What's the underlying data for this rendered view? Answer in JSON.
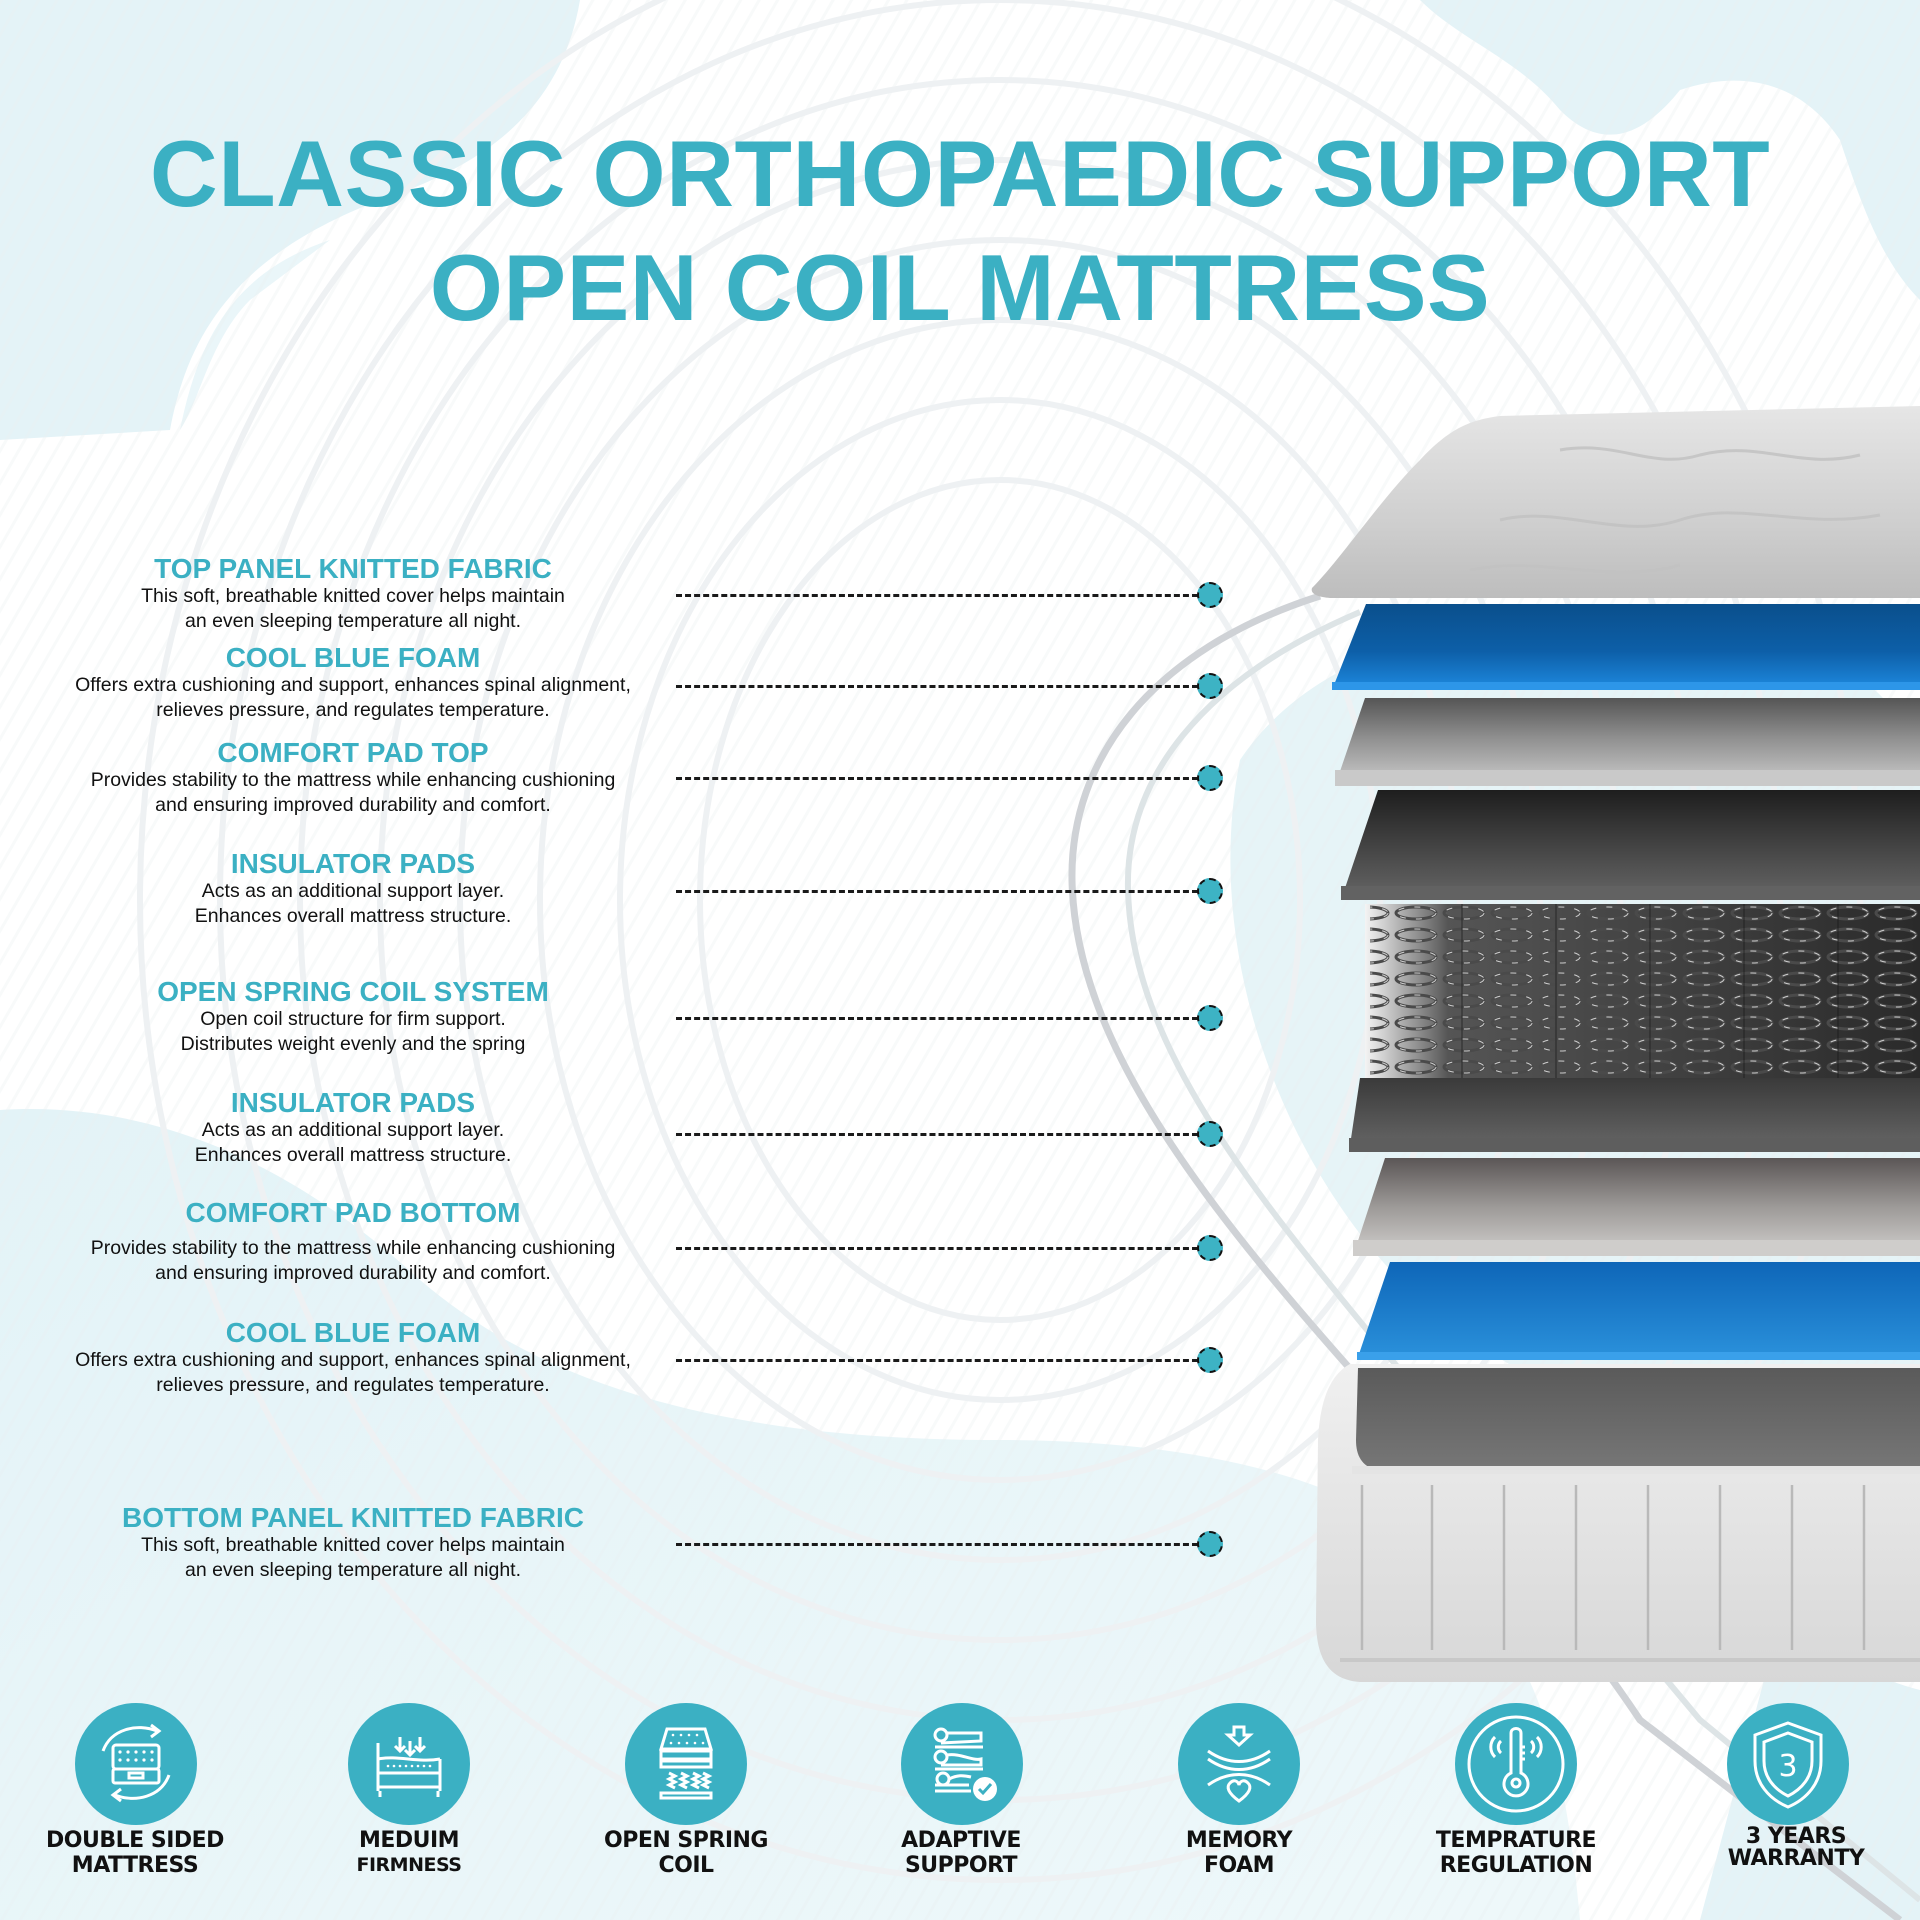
{
  "header": {
    "title_line1": "CLASSIC ORTHOPAEDIC SUPPORT",
    "title_line2": "OPEN COIL MATTRESS"
  },
  "colors": {
    "accent_teal": "#3bb0c3",
    "cool_blue_foam": "#1f7fd0",
    "text_dark": "#111111",
    "background_tint": "#e6f4f7"
  },
  "layers": [
    {
      "title": "TOP PANEL KNITTED FABRIC",
      "desc_line1": "This soft, breathable knitted cover helps maintain",
      "desc_line2": "an even sleeping temperature all night."
    },
    {
      "title": "COOL BLUE FOAM",
      "desc_line1": "Offers extra cushioning and support, enhances spinal alignment,",
      "desc_line2": "relieves pressure, and regulates temperature."
    },
    {
      "title": "COMFORT PAD TOP",
      "desc_line1": "Provides stability to the mattress while enhancing cushioning",
      "desc_line2": "and ensuring improved durability and comfort."
    },
    {
      "title": "INSULATOR PADS",
      "desc_line1": "Acts as an additional support layer.",
      "desc_line2": "Enhances overall mattress structure."
    },
    {
      "title": "OPEN SPRING COIL SYSTEM",
      "desc_line1": "Open coil structure for firm support.",
      "desc_line2": "Distributes weight evenly and the spring"
    },
    {
      "title": "INSULATOR PADS",
      "desc_line1": "Acts as an additional support layer.",
      "desc_line2": "Enhances overall mattress structure."
    },
    {
      "title": "COMFORT PAD BOTTOM",
      "desc_line1": "Provides stability to the mattress while enhancing cushioning",
      "desc_line2": "and ensuring improved durability and comfort."
    },
    {
      "title": "COOL BLUE FOAM",
      "desc_line1": "Offers extra cushioning and support, enhances spinal alignment,",
      "desc_line2": "relieves pressure, and regulates temperature."
    },
    {
      "title": "BOTTOM PANEL KNITTED FABRIC",
      "desc_line1": "This soft, breathable knitted cover helps maintain",
      "desc_line2": "an even sleeping temperature all night."
    }
  ],
  "features": [
    {
      "icon": "double-sided-mattress-icon",
      "line1": "DOUBLE SIDED",
      "line2": "MATTRESS"
    },
    {
      "icon": "medium-firmness-bed-icon",
      "line1": "MEDUIM",
      "line2": "FIRMNESS"
    },
    {
      "icon": "open-spring-coil-icon",
      "line1": "OPEN SPRING",
      "line2": "COIL"
    },
    {
      "icon": "adaptive-support-icon",
      "line1": "ADAPTIVE",
      "line2": "SUPPORT"
    },
    {
      "icon": "memory-foam-icon",
      "line1": "MEMORY",
      "line2": "FOAM"
    },
    {
      "icon": "temperature-regulation-icon",
      "line1": "TEMPRATURE",
      "line2": "REGULATION"
    },
    {
      "icon": "warranty-shield-icon",
      "line1": "3 YEARS",
      "line2": "WARRANTY",
      "badge_number": "3"
    }
  ]
}
